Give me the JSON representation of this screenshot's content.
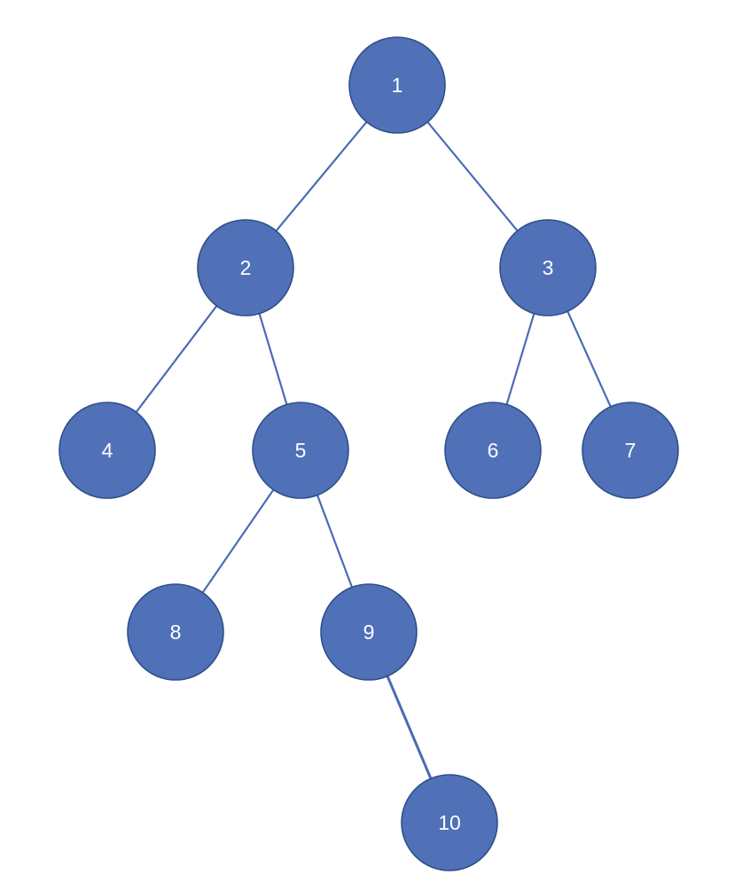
{
  "colors": {
    "node_fill": "#5071b8",
    "node_stroke": "#2f4f88",
    "edge": "#4a6cb4",
    "label": "#ffffff"
  },
  "nodes": [
    {
      "id": "1",
      "label": "1"
    },
    {
      "id": "2",
      "label": "2"
    },
    {
      "id": "3",
      "label": "3"
    },
    {
      "id": "4",
      "label": "4"
    },
    {
      "id": "5",
      "label": "5"
    },
    {
      "id": "6",
      "label": "6"
    },
    {
      "id": "7",
      "label": "7"
    },
    {
      "id": "8",
      "label": "8"
    },
    {
      "id": "9",
      "label": "9"
    },
    {
      "id": "10",
      "label": "10"
    }
  ],
  "edges": [
    {
      "from": "1",
      "to": "2"
    },
    {
      "from": "1",
      "to": "3"
    },
    {
      "from": "2",
      "to": "4"
    },
    {
      "from": "2",
      "to": "5"
    },
    {
      "from": "3",
      "to": "6"
    },
    {
      "from": "3",
      "to": "7"
    },
    {
      "from": "5",
      "to": "8"
    },
    {
      "from": "5",
      "to": "9"
    },
    {
      "from": "9",
      "to": "10"
    }
  ]
}
